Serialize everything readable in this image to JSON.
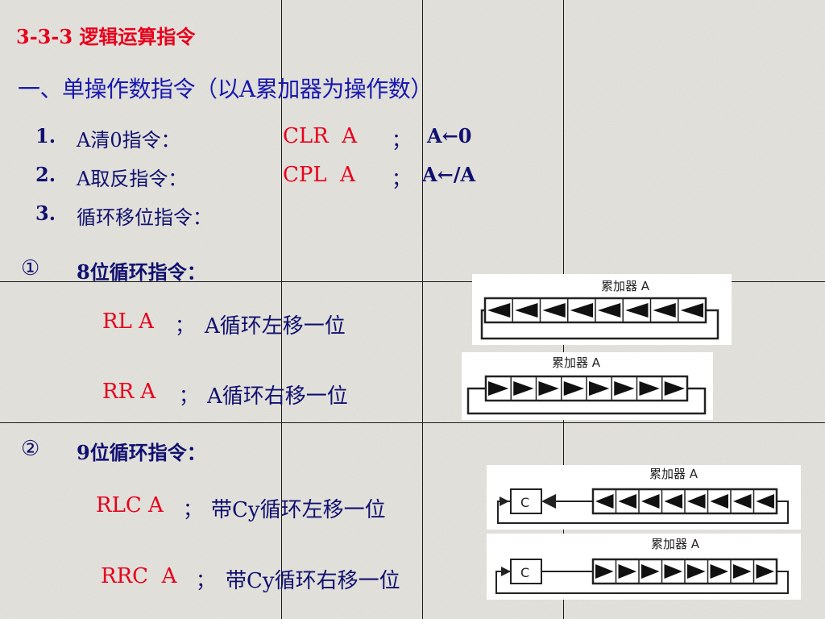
{
  "slide": {
    "section_title": "3-3-3  逻辑运算指令",
    "heading": "一、单操作数指令（以A累加器为操作数）",
    "items": [
      {
        "num": "1.",
        "label": "A清0指令：",
        "code": "CLR  A",
        "sep": "；",
        "effect": "A←0"
      },
      {
        "num": "2.",
        "label": "A取反指令：",
        "code": "CPL  A",
        "sep": "；",
        "effect": "A←/A"
      },
      {
        "num": "3.",
        "label": "循环移位指令："
      }
    ],
    "sub1": {
      "marker": "①",
      "label": "8位循环指令：",
      "rl": {
        "code": "RL A",
        "sep": "；",
        "desc": "A循环左移一位"
      },
      "rr": {
        "code": "RR A",
        "sep": "；",
        "desc": "A循环右移一位"
      }
    },
    "sub2": {
      "marker": "②",
      "label": "9位循环指令：",
      "rlc": {
        "code": "RLC A",
        "sep": "；",
        "desc": "带Cy循环左移一位"
      },
      "rrc": {
        "code": "RRC  A",
        "sep": "；",
        "desc": "带Cy循环右移一位"
      }
    },
    "diagram": {
      "accumulator_label": "累加器 A",
      "carry_label": "C"
    },
    "colors": {
      "red": "#e8001c",
      "navy": "#101070",
      "blue": "#1818b0",
      "grid": "#1a1a1a"
    }
  }
}
